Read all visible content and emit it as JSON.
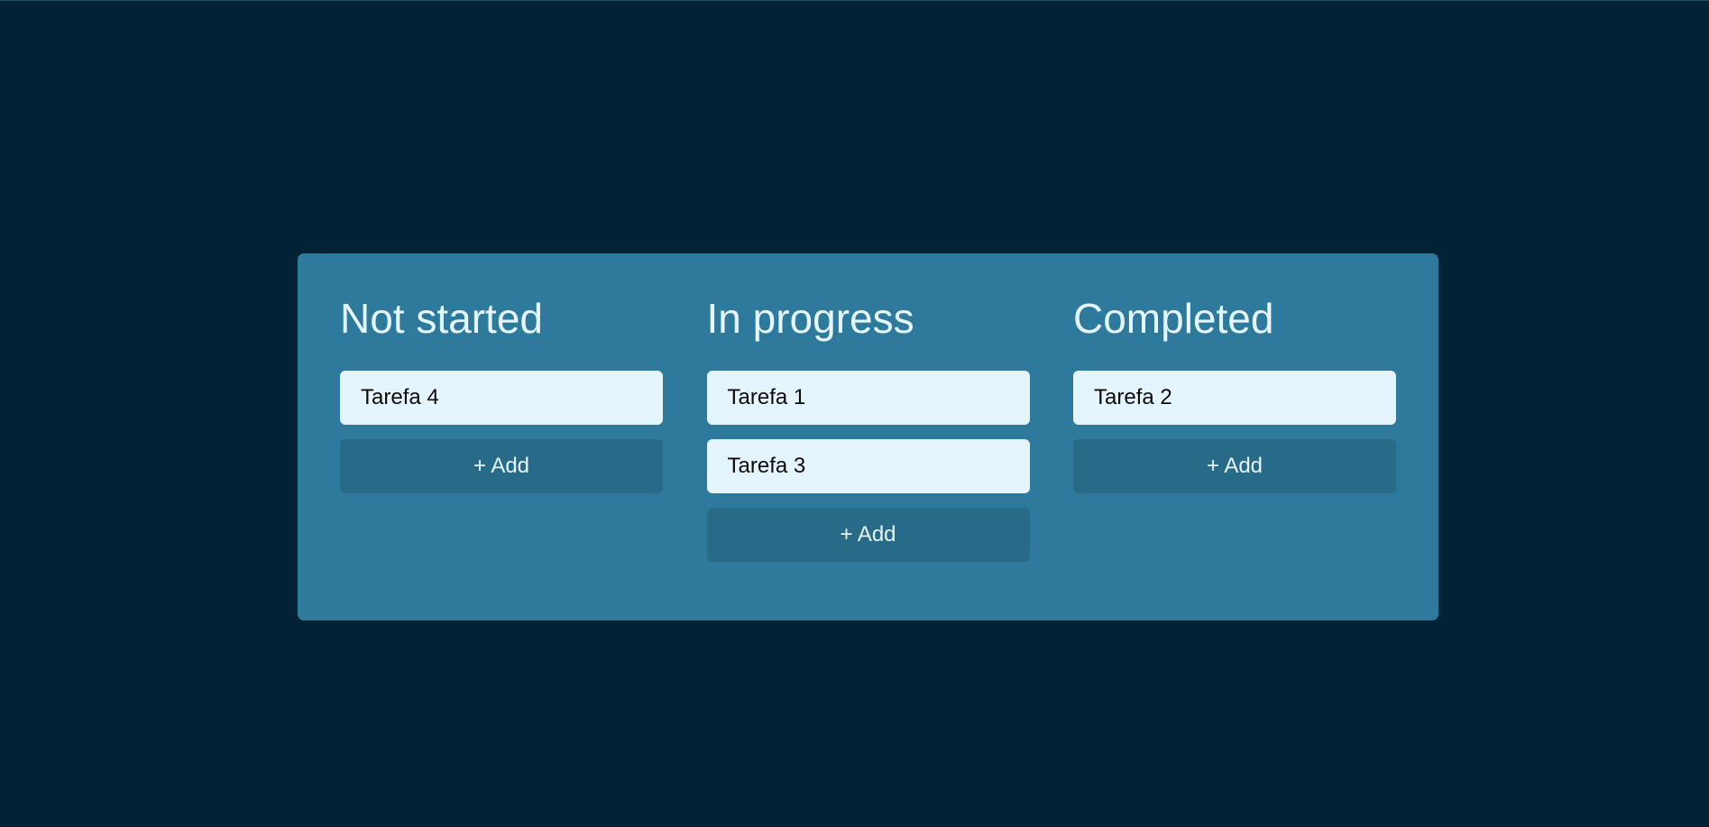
{
  "board": {
    "columns": [
      {
        "title": "Not started",
        "cards": [
          "Tarefa 4"
        ],
        "add_label": "+ Add"
      },
      {
        "title": "In progress",
        "cards": [
          "Tarefa 1",
          "Tarefa 3"
        ],
        "add_label": "+ Add"
      },
      {
        "title": "Completed",
        "cards": [
          "Tarefa 2"
        ],
        "add_label": "+ Add"
      }
    ]
  },
  "colors": {
    "background": "#012335",
    "board": "#2e7a9c",
    "card": "#e4f5fe",
    "add_button": "#286b89",
    "title_text": "#e6f6ff"
  }
}
